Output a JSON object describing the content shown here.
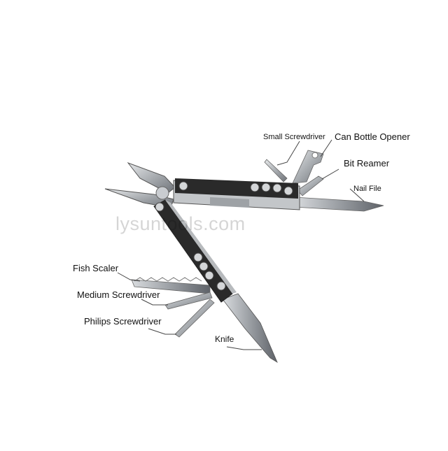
{
  "labels": {
    "small_screwdriver": "Small Screwdriver",
    "can_bottle_opener": "Can Bottle Opener",
    "bit_reamer": "Bit Reamer",
    "nail_file": "Nail File",
    "fish_scaler": "Fish Scaler",
    "medium_screwdriver": "Medium Screwdriver",
    "philips_screwdriver": "Philips Screwdriver",
    "knife": "Knife"
  },
  "watermark": "lysuntools.com",
  "colors": {
    "background": "#ffffff",
    "handle": "#2a2a2a",
    "steel": "#b9bcbf",
    "steel_dark": "#7d8186",
    "leader": "#555555"
  }
}
